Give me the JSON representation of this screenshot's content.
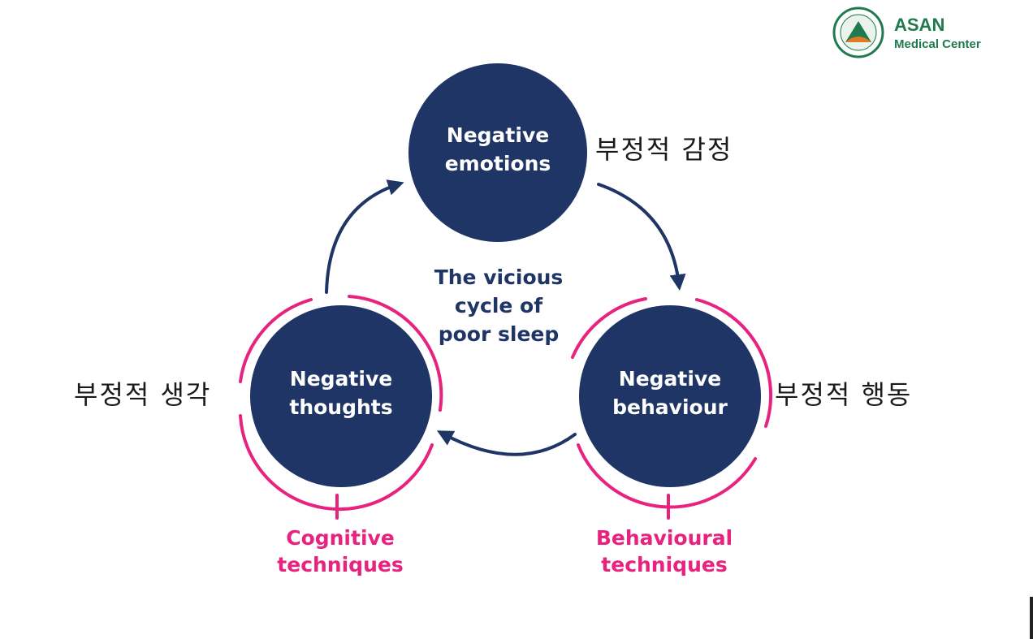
{
  "logo": {
    "title": "ASAN",
    "subtitle": "Medical Center",
    "color": "#1f7a4d"
  },
  "diagram": {
    "center": [
      "The vicious",
      "cycle of",
      "poor sleep"
    ],
    "nodes": {
      "emotions": {
        "line1": "Negative",
        "line2": "emotions",
        "korean": "부정적 감정"
      },
      "thoughts": {
        "line1": "Negative",
        "line2": "thoughts",
        "korean": "부정적 생각"
      },
      "behaviour": {
        "line1": "Negative",
        "line2": "behaviour",
        "korean": "부정적 행동"
      }
    },
    "techniques": {
      "cognitive": [
        "Cognitive",
        "techniques"
      ],
      "behavioural": [
        "Behavioural",
        "techniques"
      ]
    },
    "colors": {
      "node": "#1e3565",
      "arrow": "#1e3565",
      "accent": "#e8237f"
    }
  }
}
